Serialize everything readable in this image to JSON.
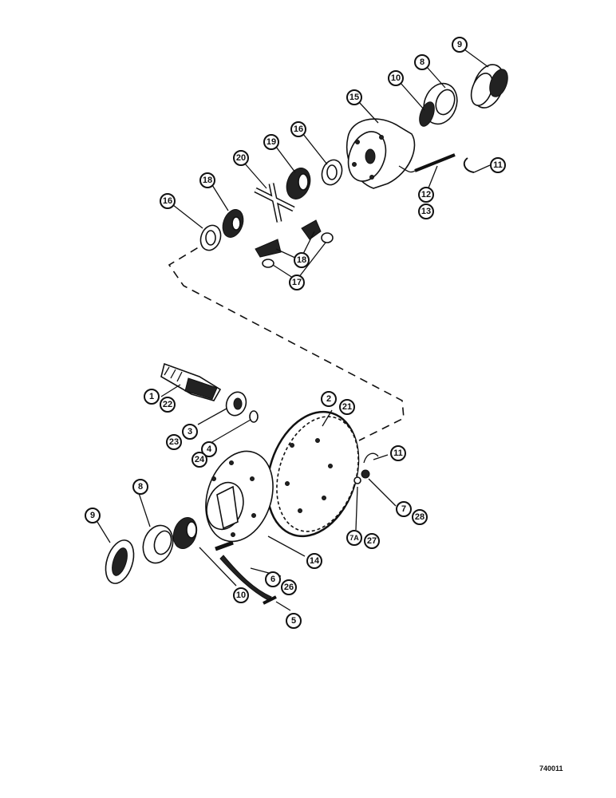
{
  "figure_id": "740011",
  "callouts": {
    "c9_top": "9",
    "c8_top": "8",
    "c10_top": "10",
    "c15": "15",
    "c11_top": "11",
    "c12": "12",
    "c13": "13",
    "c16a": "16",
    "c16b": "16",
    "c19": "19",
    "c20": "20",
    "c18a": "18",
    "c18b": "18",
    "c17": "17",
    "c1": "1",
    "c22": "22",
    "c3": "3",
    "c23": "23",
    "c4": "4",
    "c24": "24",
    "c2": "2",
    "c21": "21",
    "c11_bot": "11",
    "c7": "7",
    "c28": "28",
    "c7a": "7A",
    "c27": "27",
    "c14": "14",
    "c9_bot": "9",
    "c8_bot": "8",
    "c10_bot": "10",
    "c6": "6",
    "c26": "26",
    "c5": "5"
  }
}
